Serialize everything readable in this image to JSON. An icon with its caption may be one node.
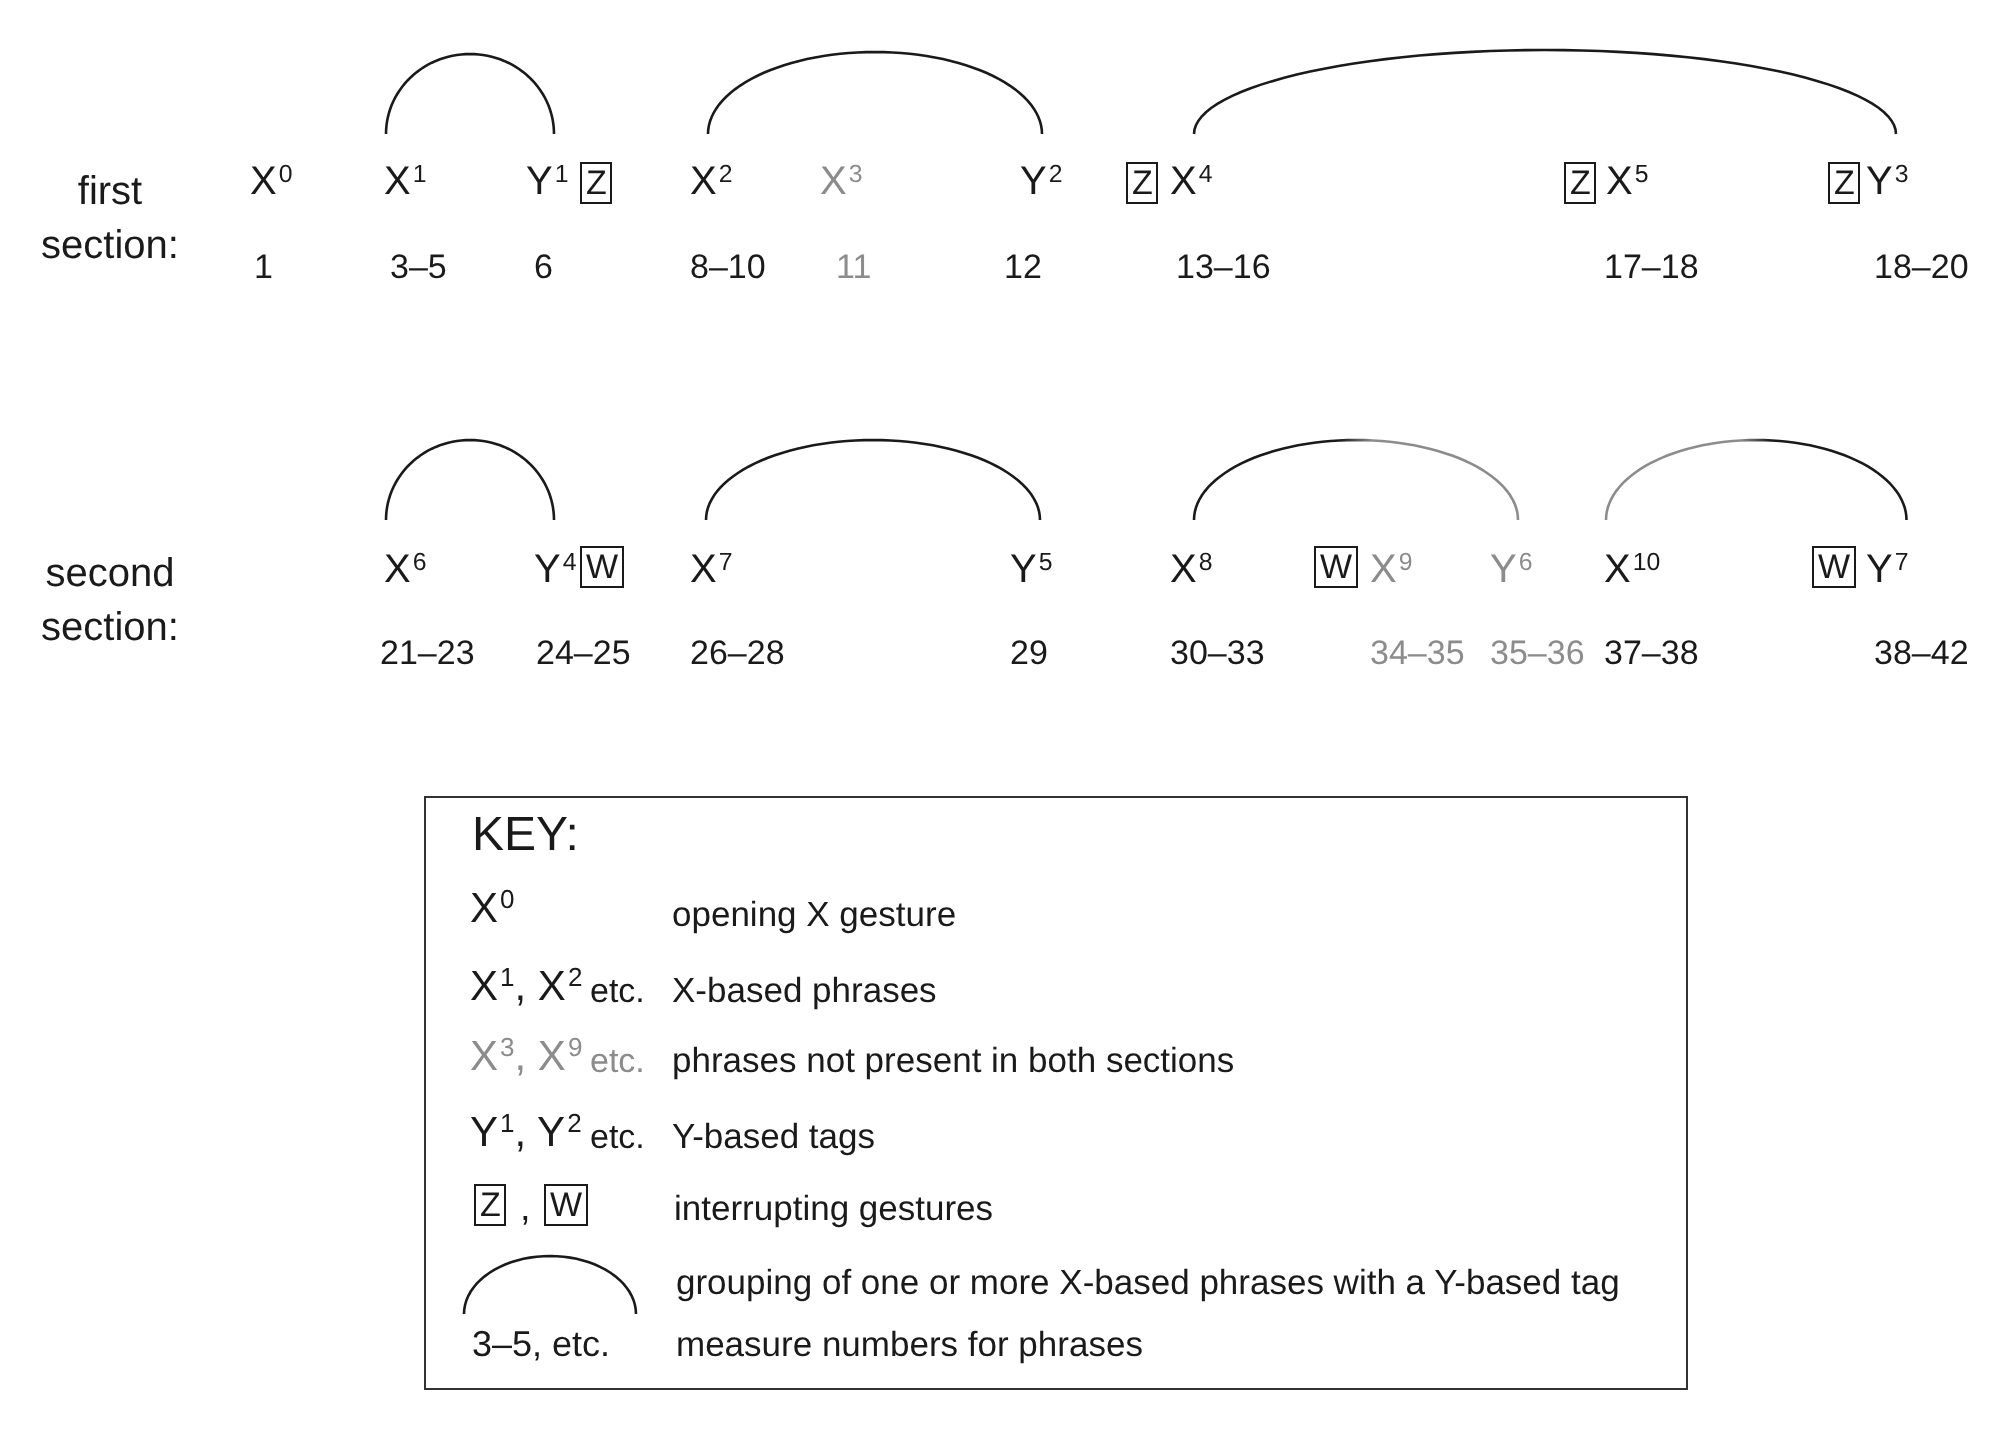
{
  "diagram": {
    "nodes": [
      {
        "text": [
          "X$^{1}$"
        ],
        "beside": [
          "3–5"
        ]
      },
      {
        "text": [
          "Y$^{1}$"
        ],
        "beside": [
          "6"
        ]
      },
      {
        "text": [
          "Z"
        ]
      },
      {
        "text": [
          "X$^{2}$"
        ],
        "beside": [
          "8–10"
        ]
      },
      {
        "text": [
          "Y$^{2}$"
        ],
        "beside": [
          "12"
        ]
      },
      {
        "text": [
          "Z"
        ]
      },
      {
        "text": [
          "X$^{4}$"
        ],
        "beside": [
          "13–16"
        ]
      },
      {
        "text": [
          "Z"
        ]
      },
      {
        "text": [
          "Z"
        ]
      },
      {
        "text": [
          "Y$^{3}$"
        ],
        "beside": [
          "18–20"
        ]
      },
      {
        "text": [
          "X$^{6}$"
        ],
        "beside": [
          "21–23"
        ]
      },
      {
        "text": [
          "Y$^{4}$"
        ],
        "beside": [
          "24–25"
        ]
      },
      {
        "text": [
          "W"
        ]
      },
      {
        "text": [
          "X$^{7}$"
        ],
        "beside": [
          "26–28"
        ]
      },
      {
        "text": [
          "Y$^{5}$"
        ],
        "beside": [
          "29"
        ]
      },
      {
        "text": [
          "X$^{8}$"
        ],
        "beside": [
          "30–33"
        ]
      },
      {
        "text": [
          "W"
        ]
      },
      {
        "text": [
          "Y$^{6}$"
        ],
        "beside": [
          "35–36"
        ]
      },
      {
        "text": [
          "X$^{10}$"
        ],
        "beside": [
          "37–38"
        ]
      },
      {
        "text": [
          "W"
        ]
      },
      {
        "text": [
          "Y$^{7}$"
        ],
        "beside": [
          "38–42"
        ]
      },
      {
        "text": [
          "KEY:"
        ]
      },
      {
        "text": [
          "Z"
        ],
        "in": 21
      },
      {
        "text": [
          "W"
        ],
        "in": 21
      }
    ],
    "edges": [
      {
        "from": 0,
        "to": 1,
        "arrow": "none"
      },
      {
        "from": 3,
        "to": 4,
        "arrow": "none"
      },
      {
        "from": 6,
        "to": 9,
        "arrow": "none"
      },
      {
        "from": 10,
        "to": 11,
        "arrow": "none"
      },
      {
        "from": 13,
        "to": 14,
        "arrow": "none"
      },
      {
        "from": 15,
        "to": 17,
        "arrow": "none",
        "color": "#8c8c8c"
      },
      {
        "from": 18,
        "to": 20,
        "arrow": "none",
        "color": "#8c8c8c"
      }
    ],
    "labels": [
      "first section:",
      "X$^{0}$",
      "1",
      "X$^{3}$",
      "11",
      "X$^{5}$",
      "17–18",
      "second section:",
      "X$^{9}$",
      "34–35",
      "X$^{0}$",
      "opening X gesture",
      "X$^{1}$, X$^{2}$",
      "etc.",
      "X-based phrases",
      "X$^{3}$, X$^{9}$",
      "etc.",
      "phrases not present in both sections",
      "Y$^{1}$, Y$^{2}$",
      "etc.",
      "Y-based tags",
      ",",
      "interrupting gestures",
      "grouping of one or more X-based phrases with a Y-based tag",
      "3–5, etc.",
      "measure numbers for phrases"
    ]
  }
}
